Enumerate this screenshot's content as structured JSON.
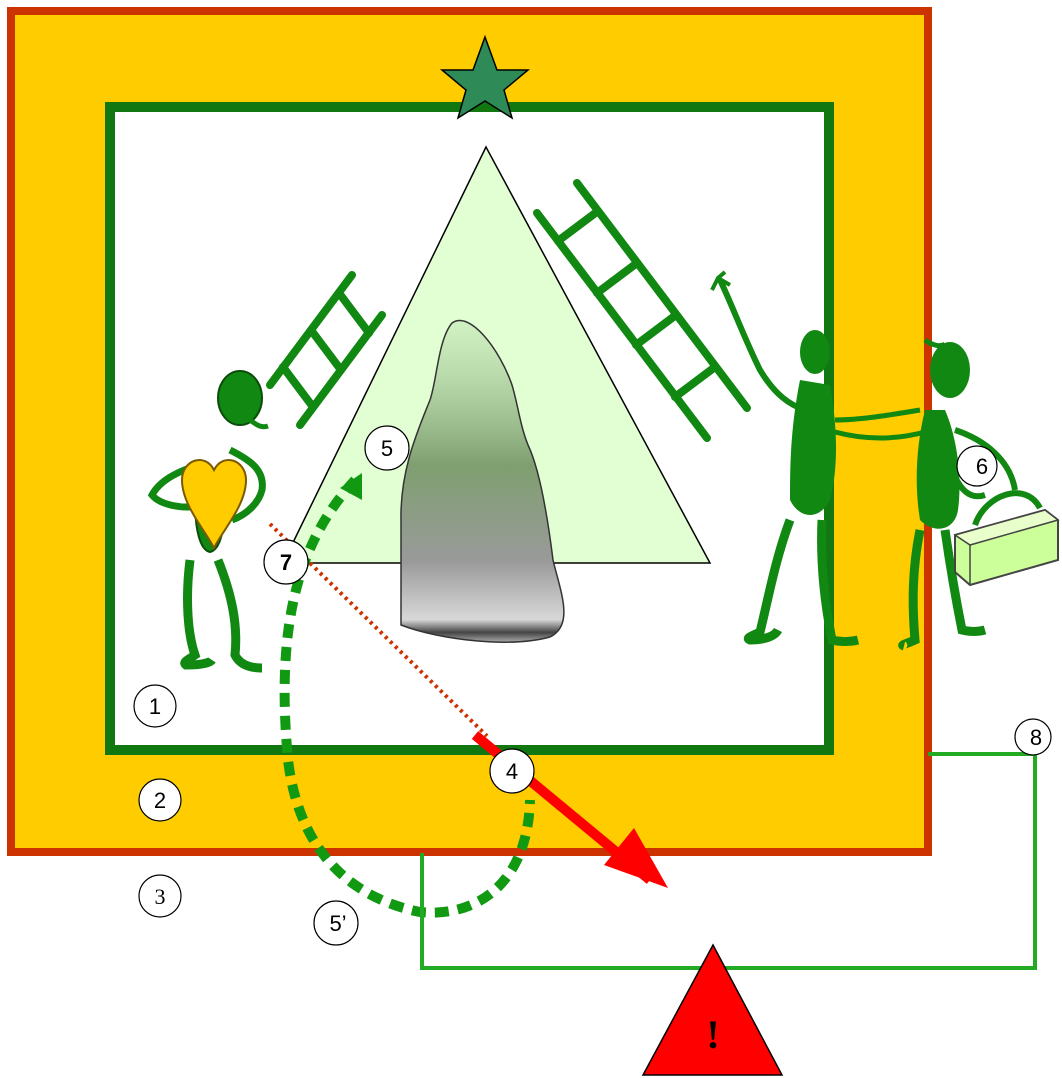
{
  "labels": {
    "one": "1",
    "two": "2",
    "three": "3",
    "four": "4",
    "five": "5",
    "five_prime": "5’",
    "six": "6",
    "seven": "7",
    "eight": "8"
  },
  "warning": {
    "symbol": "!"
  },
  "colors": {
    "outer_frame": "#cc3300",
    "outer_fill": "#ffcc00",
    "inner_frame": "#117711",
    "figure_green": "#118811",
    "triangle_fill": "#ddffcc",
    "star_fill": "#2e8b57",
    "heart_fill": "#ffcc00",
    "arrow_red": "#ff0000",
    "dotted_line": "#cc3300",
    "dashed_arc": "#119911",
    "connector": "#22aa22",
    "box_fill": "#ccff99"
  },
  "icons": [
    "star-icon",
    "heart-icon",
    "ladder-icon",
    "person-icon",
    "box-icon",
    "warning-icon"
  ]
}
